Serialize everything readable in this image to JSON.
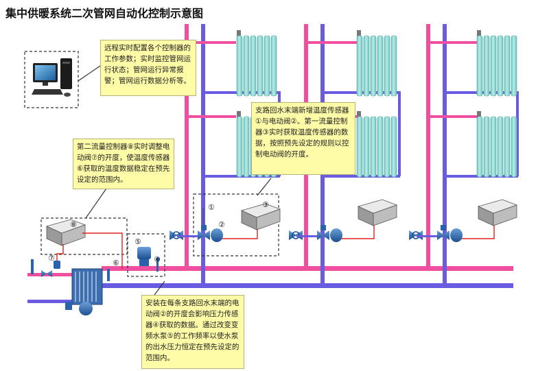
{
  "title": "集中供暖系统二次管网自动化控制示意图",
  "notes": {
    "remote_monitor": "远程实时配置各个控制器的工作参数；实时监控管网运行状态；管网运行异常报警；管网运行数据分析等。",
    "branch_sensor": "支路回水末端新增温度传感器①与电动阀②。第一流量控制器③实时获取温度传感器的数据，按照预先设定的规则以控制电动阀的开度。",
    "second_controller": "第二流量控制器⑧实时调整电动阀⑦的开度，使温度传感器⑥获取的温度数据稳定在预先设定的范围内。",
    "pump_pressure": "安装在每条支路回水末端的电动阀②的开度会影响压力传感器④获取的数据。通过改变变频水泵⑤的工作频率以使水泵的出水压力恒定在预先设定的范围内。"
  },
  "markers": {
    "m1": "①",
    "m2": "②",
    "m3": "③",
    "m4": "④",
    "m5": "⑤",
    "m6": "⑥",
    "m7": "⑦",
    "m8": "⑧"
  },
  "colors": {
    "supply_pipe": "#ee4f9e",
    "return_pipe": "#6a5ce0",
    "radiator": "#8ed6d2",
    "note_fill": "#fffca8",
    "control_wire": "#e02020"
  }
}
